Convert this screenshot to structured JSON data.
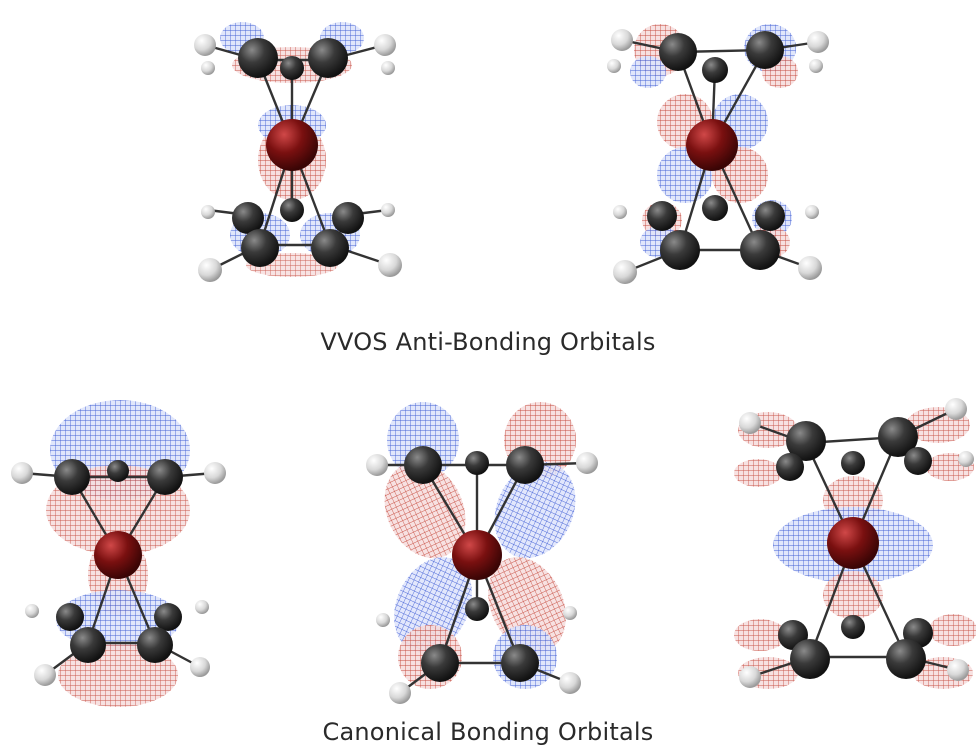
{
  "captions": {
    "top": "VVOS Anti-Bonding Orbitals",
    "bottom": "Canonical Bonding Orbitals"
  },
  "colors": {
    "positive_lobe": "#c0392b",
    "negative_lobe": "#2f4fd1",
    "metal_atom": "#7a1010",
    "carbon_atom": "#2b2b2b",
    "hydrogen_atom": "#dcdcdc"
  },
  "panels": [
    {
      "id": "vvos-1",
      "group": "top"
    },
    {
      "id": "vvos-2",
      "group": "top"
    },
    {
      "id": "canon-1",
      "group": "bottom"
    },
    {
      "id": "canon-2",
      "group": "bottom"
    },
    {
      "id": "canon-3",
      "group": "bottom"
    }
  ]
}
